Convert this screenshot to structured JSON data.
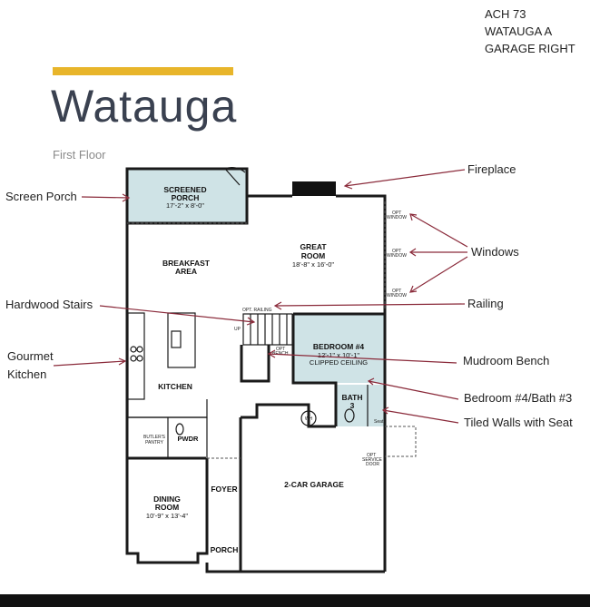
{
  "header": {
    "code_lines": [
      "ACH 73",
      "WATAUGA A",
      "GARAGE RIGHT"
    ],
    "title": "Watauga",
    "subtitle": "First Floor"
  },
  "colors": {
    "accent": "#e8b52a",
    "room_fill": "#cfe3e6",
    "arrow": "#8a2a3a",
    "title": "#3a4150"
  },
  "callouts": {
    "screen_porch": "Screen Porch",
    "fireplace": "Fireplace",
    "windows": "Windows",
    "hardwood_stairs": "Hardwood Stairs",
    "railing": "Railing",
    "gourmet": "Gourmet",
    "kitchen": "Kitchen",
    "mudroom_bench": "Mudroom Bench",
    "bedroom_bath": "Bedroom #4/Bath #3",
    "tiled_walls": "Tiled Walls with Seat"
  },
  "rooms": {
    "screened_porch": {
      "name1": "SCREENED",
      "name2": "PORCH",
      "dims": "17'-2\" x 8'-0\""
    },
    "great_room": {
      "name1": "GREAT",
      "name2": "ROOM",
      "dims": "18'-8\" x 16'-0\""
    },
    "breakfast": {
      "name1": "BREAKFAST",
      "name2": "AREA"
    },
    "bedroom4": {
      "name": "BEDROOM #4",
      "dims": "12'-1\" x 10'-1\"",
      "note": "CLIPPED CEILING"
    },
    "kitchen": {
      "name": "KITCHEN"
    },
    "bath3": {
      "name1": "BATH",
      "name2": "3"
    },
    "seat": "Seat",
    "wh": "WH",
    "pwdr": "PWDR",
    "butlers_pantry1": "BUTLER'S",
    "butlers_pantry2": "PANTRY",
    "dining": {
      "name1": "DINING",
      "name2": "ROOM",
      "dims": "10'-9\" x 13'-4\""
    },
    "foyer": "FOYER",
    "garage": "2-CAR GARAGE",
    "porch": "PORCH",
    "up": "UP"
  },
  "small_labels": {
    "opt": "OPT",
    "window": "WINDOW",
    "opt_railing": "OPT. RAILING",
    "bench": "BENCH",
    "service": "SERVICE",
    "door": "DOOR"
  }
}
